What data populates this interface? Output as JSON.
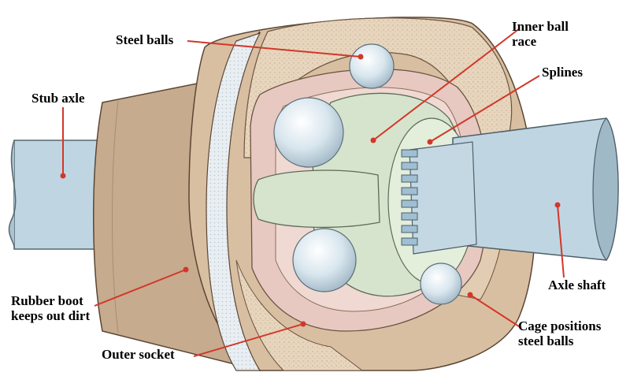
{
  "diagram": {
    "labels": {
      "steel_balls": "Steel balls",
      "inner_ball_race": "Inner ball\nrace",
      "splines": "Splines",
      "stub_axle": "Stub axle",
      "axle_shaft": "Axle shaft",
      "rubber_boot": "Rubber boot\nkeeps out dirt",
      "outer_socket": "Outer socket",
      "cage": "Cage positions\nsteel balls"
    },
    "colors": {
      "leader_line": "#d2372a",
      "shaft_blue": "#bfd6e2",
      "socket_tan": "#c7ab8e",
      "cream": "#e7d5bd",
      "rubber_white": "#e9eef2",
      "race_green": "#d6e4cd",
      "ball_blue": "#d8e6ee"
    }
  }
}
